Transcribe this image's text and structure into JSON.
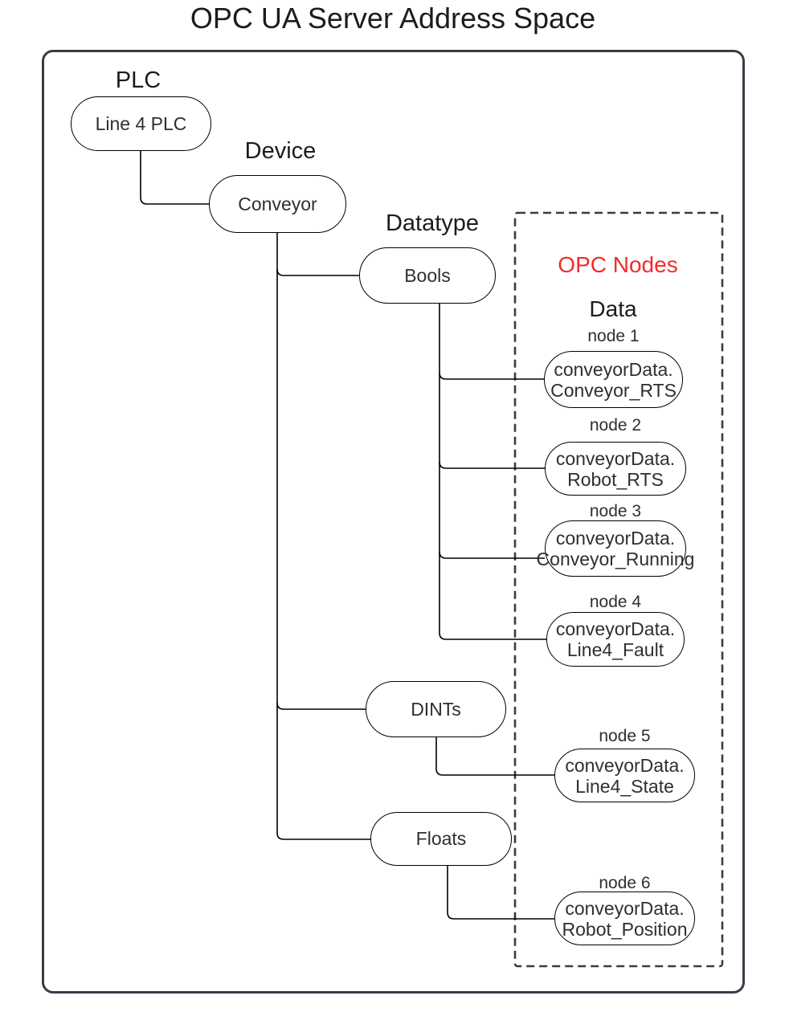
{
  "title": "OPC UA Server Address Space",
  "groups": {
    "plc": {
      "label": "PLC",
      "node": "Line 4 PLC"
    },
    "device": {
      "label": "Device",
      "node": "Conveyor"
    },
    "datatype": {
      "label": "Datatype",
      "types": {
        "bools": "Bools",
        "dints": "DINTs",
        "floats": "Floats"
      }
    }
  },
  "opc_panel": {
    "title": "OPC Nodes",
    "subtitle": "Data",
    "nodes": [
      {
        "label": "node 1",
        "name_line1": "conveyorData.",
        "name_line2": "Conveyor_RTS"
      },
      {
        "label": "node 2",
        "name_line1": "conveyorData.",
        "name_line2": "Robot_RTS"
      },
      {
        "label": "node 3",
        "name_line1": "conveyorData.",
        "name_line2": "Conveyor_Running"
      },
      {
        "label": "node 4",
        "name_line1": "conveyorData.",
        "name_line2": "Line4_Fault"
      },
      {
        "label": "node 5",
        "name_line1": "conveyorData.",
        "name_line2": "Line4_State"
      },
      {
        "label": "node 6",
        "name_line1": "conveyorData.",
        "name_line2": "Robot_Position"
      }
    ]
  },
  "colors": {
    "red_accent": "#f32b2b",
    "frame_dark": "#363d47",
    "line_black": "#000000",
    "ink": "#222222"
  }
}
